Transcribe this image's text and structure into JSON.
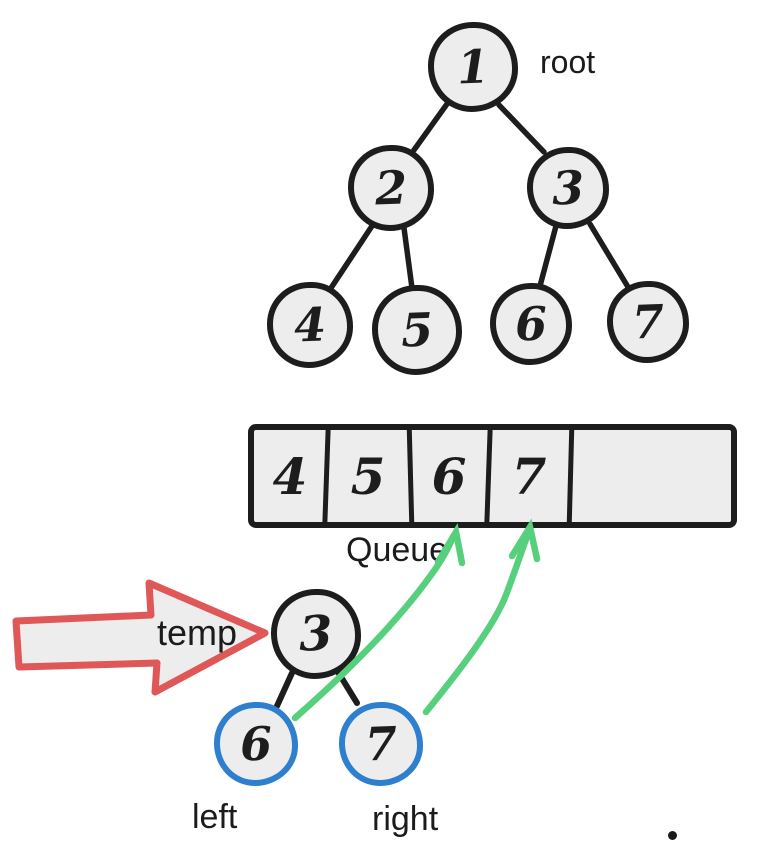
{
  "diagram": {
    "description_labels": {
      "root": "root",
      "queue": "Queue",
      "temp": "temp",
      "left": "left",
      "right": "right"
    }
  },
  "tree": {
    "root_annotation": "root",
    "node_values": [
      "1",
      "2",
      "3",
      "4",
      "5",
      "6",
      "7"
    ],
    "edges": [
      [
        "1",
        "2"
      ],
      [
        "1",
        "3"
      ],
      [
        "2",
        "4"
      ],
      [
        "2",
        "5"
      ],
      [
        "3",
        "6"
      ],
      [
        "3",
        "7"
      ]
    ]
  },
  "queue": {
    "label": "Queue",
    "cells": [
      "4",
      "5",
      "6",
      "7",
      ""
    ]
  },
  "temp_section": {
    "arrow_label": "temp",
    "parent_value": "3",
    "left_child_value": "6",
    "right_child_value": "7",
    "left_label": "left",
    "right_label": "right"
  },
  "colors": {
    "node_fill": "#ededed",
    "stroke_dark": "#1d1d1d",
    "highlight_blue": "#2e7fce",
    "arrow_green": "#56d07c",
    "arrow_red": "#e05757"
  }
}
